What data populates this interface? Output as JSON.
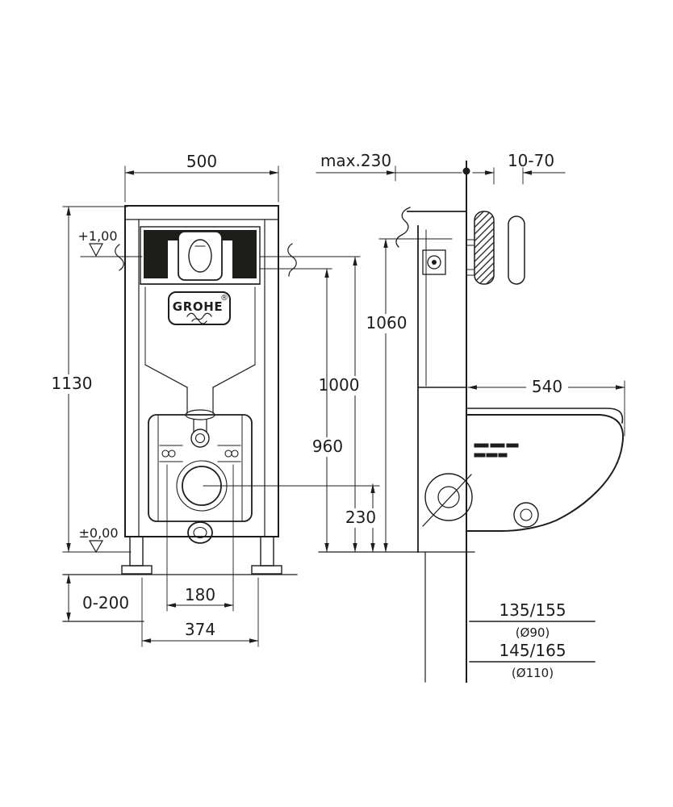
{
  "drawing": {
    "brand": "GROHE",
    "brand_reg": "®"
  },
  "front": {
    "width": "500",
    "height": "1130",
    "level_top": "+1,00",
    "level_zero": "±0,00",
    "foot_adjust": "0-200",
    "bolt_spacing": "180",
    "base_width": "374"
  },
  "side": {
    "depth": "max.230",
    "plate_offset": "10-70",
    "h_top": "1060",
    "h_plate": "1000",
    "h_mid": "960",
    "h_outlet": "230",
    "seat_depth": "540",
    "drain_a": "135/155",
    "drain_a_d": "(Ø90)",
    "drain_b": "145/165",
    "drain_b_d": "(Ø110)"
  }
}
